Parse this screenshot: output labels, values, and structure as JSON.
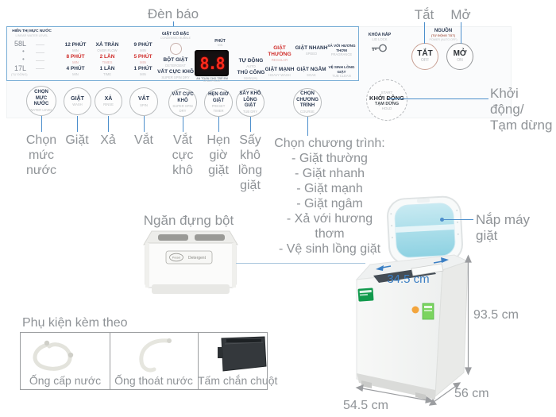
{
  "colors": {
    "accent_blue": "#4d8fcc",
    "box_border_blue": "#79aed6",
    "red": "#cf2a27",
    "navy": "#2c3a52",
    "callout_gray": "#8f9397",
    "display_red": "#ff2b1c",
    "lid_cyan": "#9bd8e7"
  },
  "callouts": {
    "den_bao": "Đèn báo",
    "tat": "Tắt",
    "mo": "Mở",
    "start_line1": "Khởi động/",
    "start_line2": "Tạm dừng",
    "water_level": "Chọn mức nước",
    "wash": "Giặt",
    "rinse": "Xả",
    "spin": "Vắt",
    "super_spin": "Vắt cực khô",
    "timer": "Hẹn giờ giặt",
    "tub_dry": "Sấy khô lồng giặt",
    "program_title": "Chọn chương trình:",
    "programs": [
      "- Giặt thường",
      "- Giặt nhanh",
      "- Giặt mạnh",
      "- Giặt ngâm",
      "- Xả với hương thơm",
      "- Vệ sinh lồng giặt"
    ],
    "detergent_box": "Ngăn đựng bột giặt",
    "lid": "Nắp máy giặt",
    "accessories_title": "Phụ kiện kèm theo"
  },
  "panel": {
    "water_level": {
      "title_vi": "HIỂN THỊ MỰC NƯỚC",
      "title_en": "LINEAR WATER LEVEL",
      "max": "58L",
      "dot1": "•",
      "dot2": "•",
      "min": "17L",
      "min_sub": "(TỰ ĐỘNG)"
    },
    "wash_times": {
      "r1": "12 PHÚT",
      "r2": "8 PHÚT",
      "r3": "4 PHÚT",
      "sub": "MIN"
    },
    "rinse_times": {
      "r1": "XẢ TRÀN",
      "r1_sub": "OVER FLOW",
      "r2": "2 LẦN",
      "r2_sub": "TIMES",
      "r3": "1 LẦN",
      "r3_sub": "TIME"
    },
    "spin_times": {
      "r1": "9 PHÚT",
      "r2": "5 PHÚT",
      "r3": "1 PHÚT",
      "sub": "MIN"
    },
    "bubble": {
      "vi": "GIẶT CÔ ĐẶC",
      "en": "CONDENSED BUBBLE"
    },
    "detergent": {
      "vi": "BỘT GIẶT",
      "en": "DETERGENT"
    },
    "super_spin": {
      "vi": "VẮT CỰC KHÔ",
      "en": "SUPER SPIN DRY"
    },
    "display": {
      "value": "8.8",
      "unit_vi": "PHÚT",
      "unit_en": "MIN",
      "child_vi": "AN TOÀN CHO TRẺ EM",
      "child_en": "CHILD PROOF"
    },
    "auto": {
      "vi": "TỰ ĐỘNG",
      "en": "AUTO"
    },
    "manual": {
      "vi": "THỦ CÔNG",
      "en": "MANUAL"
    },
    "programs": [
      {
        "vi": "GIẶT THƯỜNG",
        "en": "REGULAR"
      },
      {
        "vi": "GIẶT NHANH",
        "en": "SPEED"
      },
      {
        "vi": "XẢ VỚI HƯƠNG THƠM",
        "en": "FRAGRANCE"
      },
      {
        "vi": "GIẶT MẠNH",
        "en": "HEAVY WASH"
      },
      {
        "vi": "GIẶT NGÂM",
        "en": "SOAK"
      },
      {
        "vi": "VỆ SINH LỒNG GIẶT",
        "en": "TUB CLEAN"
      }
    ],
    "lid_lock": {
      "vi": "KHÓA NẮP",
      "en": "LID LOCK"
    },
    "power": {
      "vi": "NGUỒN",
      "sub_vi": "(TỰ ĐỘNG TẮT)",
      "sub_en": "POWER (AUTO OFF)"
    },
    "off_button": {
      "vi": "TẮT",
      "en": "OFF"
    },
    "on_button": {
      "vi": "MỞ",
      "en": "ON"
    }
  },
  "buttons": {
    "water_level": {
      "vi": "CHỌN MỰC NƯỚC",
      "en": "WATER LEVEL"
    },
    "wash": {
      "vi": "GIẶT",
      "en": "WASH"
    },
    "rinse": {
      "vi": "XẢ",
      "en": "RINSE"
    },
    "spin": {
      "vi": "VẮT",
      "en": "SPIN"
    },
    "super_spin": {
      "vi": "VẮT CỰC KHÔ",
      "en": "SUPER SPIN DRY"
    },
    "timer": {
      "vi": "HẸN GIỜ GIẶT",
      "en": "PRESET TIMER"
    },
    "tub_dry": {
      "vi": "SẤY KHÔ LỒNG GIẶT",
      "en": "TUB DRY"
    },
    "course": {
      "vi": "CHỌN CHƯƠNG TRÌNH",
      "en": "COURSE"
    },
    "start": {
      "top": "START",
      "main": "KHỞI ĐỘNG",
      "sub_vi": "TẠM DỪNG",
      "sub_en": "HOLD"
    }
  },
  "drawer": {
    "brand": "Preset",
    "label": "Detergent"
  },
  "dimensions": {
    "opening": "34.5 cm",
    "height": "93.5 cm",
    "depth": "56 cm",
    "width": "54.5 cm"
  },
  "accessories": [
    "Ống cấp nước",
    "Ống thoát nước",
    "Tấm chắn chuột"
  ]
}
